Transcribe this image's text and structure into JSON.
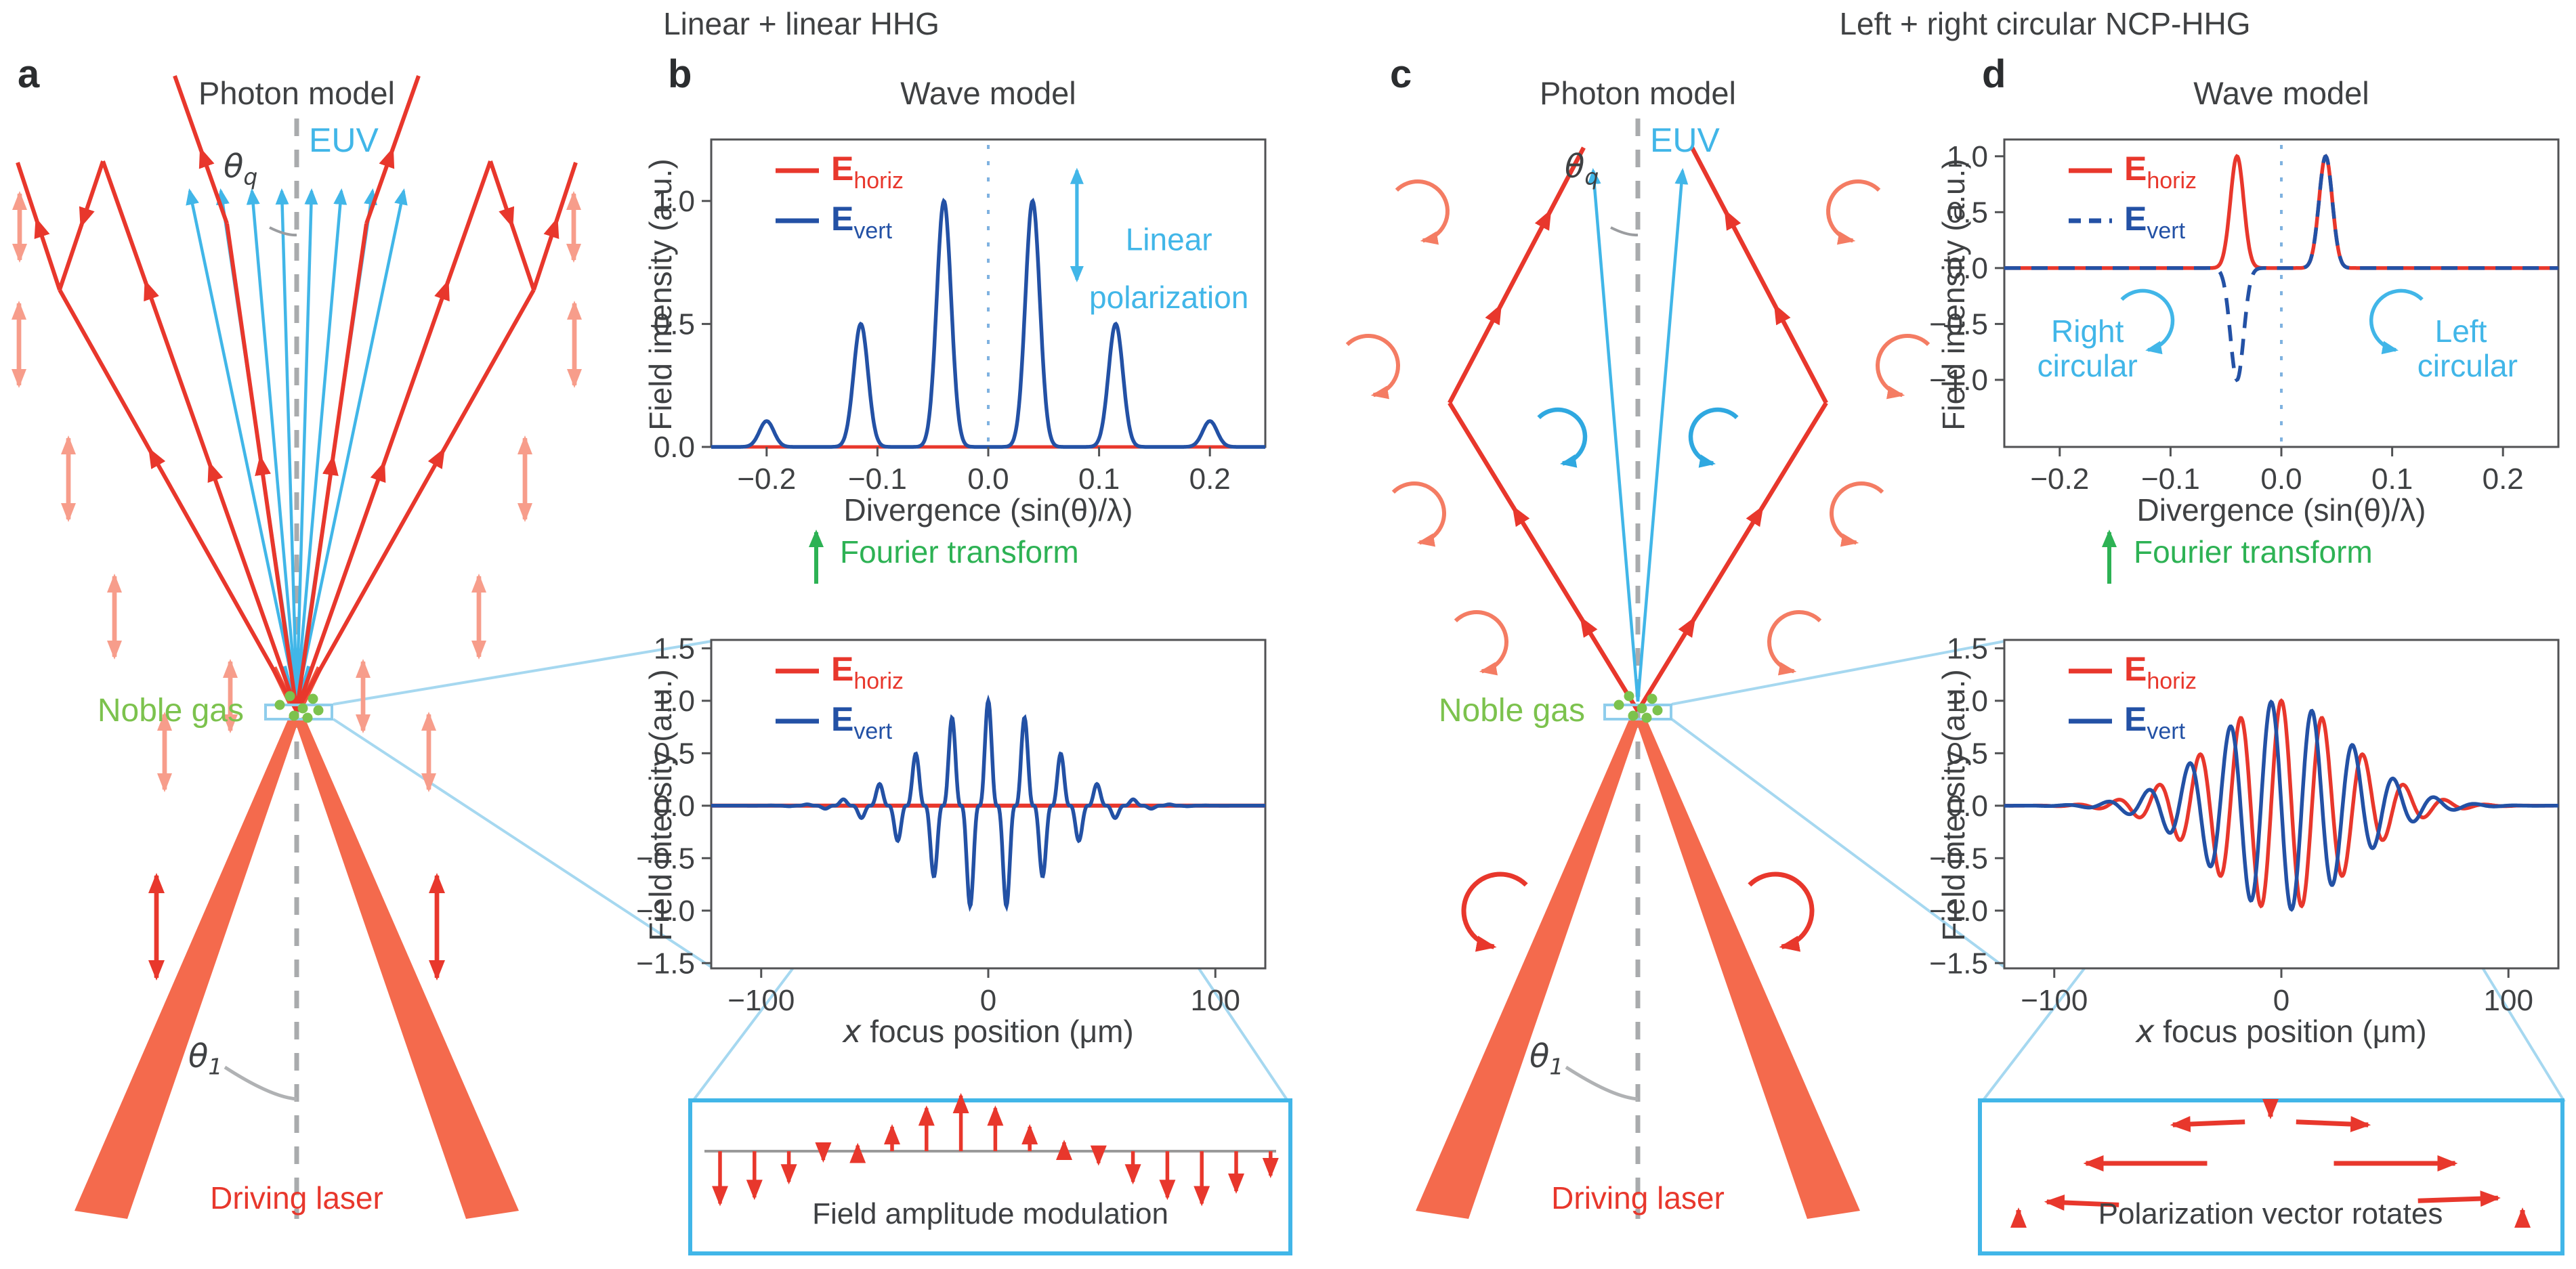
{
  "titles": {
    "left": "Linear + linear HHG",
    "right": "Left + right circular NCP-HHG"
  },
  "panel_a": {
    "label": "a",
    "heading": "Photon model",
    "euv_label": "EUV",
    "theta_q": {
      "symbol": "θ",
      "sub": "q"
    },
    "noble_gas_label": "Noble gas",
    "theta_1": {
      "symbol": "θ",
      "sub": "1"
    },
    "driving_laser_label": "Driving laser"
  },
  "panel_b": {
    "label": "b",
    "heading": "Wave model",
    "fourier_label": "Fourier transform",
    "inset_caption": "Field amplitude modulation"
  },
  "panel_c": {
    "label": "c",
    "heading": "Photon model",
    "euv_label": "EUV",
    "theta_q": {
      "symbol": "θ",
      "sub": "q"
    },
    "noble_gas_label": "Noble gas",
    "theta_1": {
      "symbol": "θ",
      "sub": "1"
    },
    "driving_laser_label": "Driving laser"
  },
  "panel_d": {
    "label": "d",
    "heading": "Wave model",
    "fourier_label": "Fourier transform",
    "inset_caption": "Polarization vector rotates"
  },
  "colors": {
    "red": "#e8372c",
    "dark_blue": "#2351a5",
    "cyan": "#41b6e8",
    "light_cyan_connector": "#a6d8f0",
    "salmon_beam": "#f46a4d",
    "pink_arrow": "#f79d8b",
    "salmon_circle": "#f47c63",
    "blue_circle": "#2fa8e0",
    "green_gas": "#7cc24d",
    "green_fourier": "#2db254",
    "gray_axis": "#a9abad",
    "plot_border": "#515254",
    "text": "#3f4143"
  },
  "chart_data": [
    {
      "id": "b_top",
      "type": "line",
      "xlabel": "Divergence (sin(θ)/λ)",
      "ylabel": "Field intensity (a.u.)",
      "xlim": [
        -0.25,
        0.25
      ],
      "ylim": [
        0,
        1.25
      ],
      "xticks": [
        {
          "v": -0.2,
          "l": "−0.2"
        },
        {
          "v": -0.1,
          "l": "−0.1"
        },
        {
          "v": 0.0,
          "l": "0.0"
        },
        {
          "v": 0.1,
          "l": "0.1"
        },
        {
          "v": 0.2,
          "l": "0.2"
        }
      ],
      "yticks": [
        {
          "v": 1.0,
          "l": "1.0"
        },
        {
          "v": 0.5,
          "l": "0.5"
        },
        {
          "v": 0.0,
          "l": "0.0"
        }
      ],
      "series": [
        {
          "name_main": "E",
          "name_sub": "horiz",
          "color": "#e8372c",
          "dash": null,
          "width": 5,
          "model": {
            "type": "flat",
            "value": 0
          }
        },
        {
          "name_main": "E",
          "name_sub": "vert",
          "color": "#2351a5",
          "dash": null,
          "width": 5.5,
          "model": {
            "type": "peaks",
            "sigma": 0.0065,
            "peaks": [
              [
                -0.2,
                0.105
              ],
              [
                -0.115,
                0.5
              ],
              [
                -0.04,
                1.0
              ],
              [
                0.04,
                1.0
              ],
              [
                0.115,
                0.5
              ],
              [
                0.2,
                0.105
              ]
            ]
          }
        }
      ],
      "annotations": [
        {
          "type": "vline",
          "x": 0
        },
        {
          "type": "varrow",
          "x": 0.08,
          "y1": 0.647,
          "y2": 1.157
        },
        {
          "type": "text",
          "x": 0.163,
          "y": 0.8,
          "text": "Linear"
        },
        {
          "type": "text",
          "x": 0.163,
          "y": 0.565,
          "text": "polarization"
        }
      ]
    },
    {
      "id": "b_bottom",
      "type": "line",
      "xlabel_italic_prefix": "x",
      "xlabel": " focus position (μm)",
      "ylabel": "Field intensity (a.u.)",
      "xlim": [
        -122,
        122
      ],
      "ylim": [
        -1.55,
        1.58
      ],
      "xticks": [
        {
          "v": -100,
          "l": "−100"
        },
        {
          "v": 0,
          "l": "0"
        },
        {
          "v": 100,
          "l": "100"
        }
      ],
      "yticks": [
        {
          "v": 1.5,
          "l": "1.5"
        },
        {
          "v": 1.0,
          "l": "1.0"
        },
        {
          "v": 0.5,
          "l": "0.5"
        },
        {
          "v": 0.0,
          "l": "0.0"
        },
        {
          "v": -0.5,
          "l": "−0.5"
        },
        {
          "v": -1.0,
          "l": "−1.0"
        },
        {
          "v": -1.5,
          "l": "−1.5"
        }
      ],
      "series": [
        {
          "name_main": "E",
          "name_sub": "horiz",
          "color": "#e8372c",
          "dash": null,
          "width": 6,
          "model": {
            "type": "flat",
            "value": 0
          }
        },
        {
          "name_main": "E",
          "name_sub": "vert",
          "color": "#2351a5",
          "dash": null,
          "width": 5.5,
          "model": {
            "type": "wavepacket",
            "sigma": 27,
            "period": 16,
            "phase_deg": 90,
            "sharpen": 3,
            "amp": 1.0
          }
        }
      ],
      "annotations": []
    },
    {
      "id": "d_top",
      "type": "line",
      "xlabel": "Divergence (sin(θ)/λ)",
      "ylabel": "Field intensity (a.u.)",
      "xlim": [
        -0.25,
        0.25
      ],
      "ylim": [
        -1.6,
        1.15
      ],
      "xticks": [
        {
          "v": -0.2,
          "l": "−0.2"
        },
        {
          "v": -0.1,
          "l": "−0.1"
        },
        {
          "v": 0.0,
          "l": "0.0"
        },
        {
          "v": 0.1,
          "l": "0.1"
        },
        {
          "v": 0.2,
          "l": "0.2"
        }
      ],
      "yticks": [
        {
          "v": 1.0,
          "l": "1.0"
        },
        {
          "v": 0.5,
          "l": "0.5"
        },
        {
          "v": 0.0,
          "l": "0.0"
        },
        {
          "v": -0.5,
          "l": "−0.5"
        },
        {
          "v": -1.0,
          "l": "−1.0"
        }
      ],
      "series": [
        {
          "name_main": "E",
          "name_sub": "horiz",
          "color": "#e8372c",
          "dash": null,
          "width": 5.5,
          "model": {
            "type": "peaks",
            "sigma": 0.006,
            "peaks": [
              [
                -0.04,
                1.0
              ],
              [
                0.04,
                1.0
              ]
            ]
          }
        },
        {
          "name_main": "E",
          "name_sub": "vert",
          "color": "#2351a5",
          "dash": "24 16",
          "width": 5.5,
          "model": {
            "type": "peaks",
            "sigma": 0.006,
            "peaks": [
              [
                -0.04,
                -1.0
              ],
              [
                0.04,
                1.0
              ]
            ]
          }
        }
      ],
      "annotations": [
        {
          "type": "vline",
          "x": 0
        },
        {
          "type": "circ",
          "x": -0.125,
          "y": -0.47,
          "r": 44,
          "dir": "cw"
        },
        {
          "type": "circ",
          "x": 0.108,
          "y": -0.47,
          "r": 44,
          "dir": "ccw"
        },
        {
          "type": "text",
          "x": -0.175,
          "y": -0.66,
          "text": "Right"
        },
        {
          "type": "text",
          "x": -0.175,
          "y": -0.97,
          "text": "circular"
        },
        {
          "type": "text",
          "x": 0.162,
          "y": -0.66,
          "text": "Left"
        },
        {
          "type": "text",
          "x": 0.168,
          "y": -0.97,
          "text": "circular"
        }
      ]
    },
    {
      "id": "d_bottom",
      "type": "line",
      "xlabel_italic_prefix": "x",
      "xlabel": " focus position (μm)",
      "ylabel": "Field intensity (a.u.)",
      "xlim": [
        -122,
        122
      ],
      "ylim": [
        -1.55,
        1.58
      ],
      "xticks": [
        {
          "v": -100,
          "l": "−100"
        },
        {
          "v": 0,
          "l": "0"
        },
        {
          "v": 100,
          "l": "100"
        }
      ],
      "yticks": [
        {
          "v": 1.5,
          "l": "1.5"
        },
        {
          "v": 1.0,
          "l": "1.0"
        },
        {
          "v": 0.5,
          "l": "0.5"
        },
        {
          "v": 0.0,
          "l": "0.0"
        },
        {
          "v": -0.5,
          "l": "−0.5"
        },
        {
          "v": -1.0,
          "l": "−1.0"
        },
        {
          "v": -1.5,
          "l": "−1.5"
        }
      ],
      "series": [
        {
          "name_main": "E",
          "name_sub": "horiz",
          "color": "#e8372c",
          "dash": null,
          "width": 5.5,
          "model": {
            "type": "wavepacket",
            "sigma": 30,
            "period": 18,
            "phase_deg": 90,
            "sharpen": 1,
            "amp": 1.0
          }
        },
        {
          "name_main": "E",
          "name_sub": "vert",
          "color": "#2351a5",
          "dash": null,
          "width": 5.5,
          "model": {
            "type": "wavepacket",
            "sigma": 30,
            "period": 18,
            "phase_deg": 180,
            "sharpen": 1,
            "amp": 1.0
          }
        }
      ],
      "annotations": []
    }
  ],
  "inset_b": {
    "arrow_values": [
      -0.95,
      -0.85,
      -0.6,
      -0.25,
      0.2,
      0.5,
      0.8,
      1.0,
      0.8,
      0.5,
      0.25,
      -0.3,
      -0.6,
      -0.85,
      -0.95,
      -0.75,
      -0.5
    ]
  },
  "inset_d": {
    "arrow_angles_deg": [
      270,
      228,
      180,
      132,
      90,
      48,
      0,
      318,
      270
    ]
  }
}
